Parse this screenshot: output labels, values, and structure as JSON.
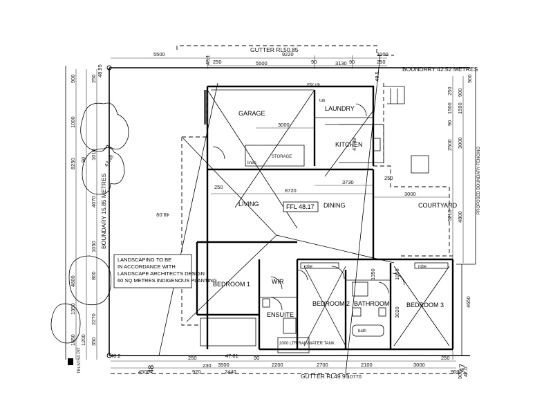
{
  "labels": {
    "gutter_top": "GUTTER RL50.85",
    "gutter_bottom": "GUTTER RL49.95",
    "boundary_top": "BOUNDARY 42.52 METRES",
    "boundary_left": "BOUNDARY 15.85 METRES",
    "fence": "PROPOSED BOUNDARY FENCING",
    "ffl": "FFL 48.17",
    "street": "TELSTRA PIT",
    "tank": "2000 LTR RAINWATER TANK"
  },
  "rooms": {
    "garage": "GARAGE",
    "laundry": "LAUNDRY",
    "kitchen": "KITCHEN",
    "storage": "STORAGE",
    "living": "LIVING",
    "dining": "DINING",
    "courtyard": "COURTYARD",
    "bedroom1": "BEDROOM 1",
    "wir": "WIR",
    "ensuite": "ENSUITE",
    "bedroom2": "BEDROOM 2",
    "bathroom": "BATHROOM",
    "bedroom3": "BEDROOM 3",
    "robe1": "robe",
    "robe2": "robe",
    "tub": "tub",
    "bath": "bath",
    "linen": "linen"
  },
  "note_lines": [
    "LANDSCAPING TO BE",
    "IN ACCORDANCE WITH",
    "LANDSCAPE ARCHITECTS DESIGN",
    "60 SQ METRES INDIGENOUS PLANTING"
  ],
  "levels": {
    "tl_corner": "48.95",
    "bl_corner": "48.2",
    "tr_corner": "48.5",
    "br_corner": "47.0",
    "bl_big": "48",
    "br_big": "47",
    "front_mid": "47.81",
    "garage_rl": "47.63",
    "kitchen_rl": "47.48",
    "left_rl": "47.48",
    "living_rl": "48.09",
    "ffl_top": "48.1"
  },
  "dims_top": {
    "d5500a": "5500",
    "d9220": "9220",
    "d5500b": "5500",
    "d90a": "90",
    "d3130": "3130",
    "d90b": "90",
    "d1000": "1000",
    "d250a": "250",
    "d250b": "250",
    "d900": "900"
  },
  "dims_left": {
    "d900": "900",
    "d250": "250",
    "d1000": "1000",
    "d8250": "8250",
    "d90": "90",
    "d1010": "1010",
    "d4070": "4070",
    "d1050": "1050",
    "d800": "800",
    "d4600": "4600",
    "d1350": "1350",
    "d2270": "2270",
    "d1650": "1650",
    "d1200": "1200",
    "d350": "350"
  },
  "dims_right": {
    "d250": "250",
    "d900a": "900",
    "d1500": "1500",
    "d1590": "1590",
    "d90": "90",
    "d2500": "2500",
    "d3000": "3000",
    "d5210": "5210",
    "d4800": "4800",
    "d4650": "4650",
    "d900b": "900"
  },
  "dims_bottom": {
    "d250a": "250",
    "d3500": "3500",
    "d90": "90",
    "d2200": "2200",
    "d2700": "2700",
    "d2100": "2100",
    "d3000": "3000",
    "d250b": "250",
    "d4500": "4500",
    "d920": "920",
    "d2440": "2440",
    "d10770": "10770",
    "d900": "900",
    "d230": "230"
  },
  "dims_inner": {
    "garage_w": "3000",
    "living_w": "8720",
    "dining_w": "3730",
    "court_w": "3000",
    "d250a": "250",
    "d250b": "250",
    "d3020": "3020",
    "d1050": "1050",
    "d1350": "1350"
  }
}
